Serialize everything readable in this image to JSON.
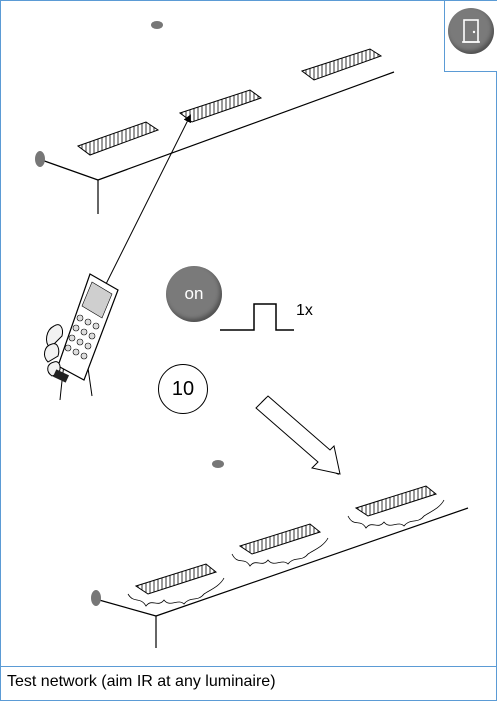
{
  "controls": {
    "on_label": "on",
    "exit_icon": "exit-door-icon"
  },
  "diagram": {
    "pulse_count_label": "1x",
    "step_number": "10"
  },
  "caption": {
    "text": "Test network (aim IR at any luminaire)"
  },
  "colors": {
    "frame_border": "#5b9bd5",
    "button_fill": "#7a7a7a",
    "line": "#000000"
  }
}
